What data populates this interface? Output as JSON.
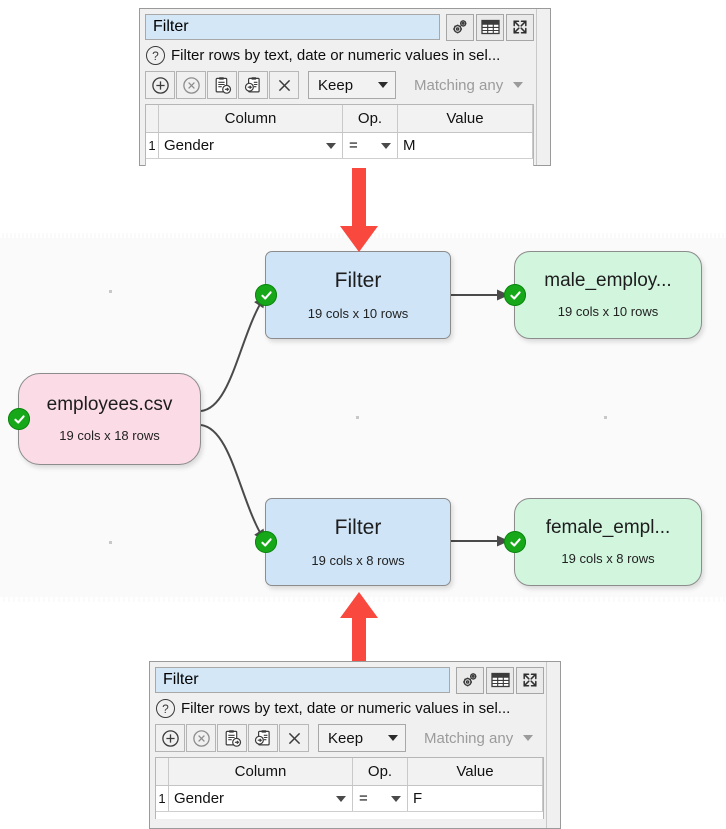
{
  "panels": [
    {
      "id": "top",
      "title": "Filter",
      "description": "Filter rows by text, date or numeric values in sel...",
      "help_icon": "question-mark-icon",
      "header_icons": [
        "settings-gears-icon",
        "table-grid-icon",
        "expand-arrows-icon"
      ],
      "toolbar_icons": [
        "add-circle-icon",
        "remove-circle-icon",
        "copy-to-clipboard-icon",
        "paste-from-clipboard-icon",
        "clear-all-icon"
      ],
      "mode_dropdown": {
        "value": "Keep",
        "enabled": true
      },
      "match_dropdown": {
        "value": "Matching any",
        "enabled": false
      },
      "table": {
        "headers": [
          "",
          "Column",
          "Op.",
          "Value"
        ],
        "rows": [
          {
            "num": "1",
            "column": "Gender",
            "op": "=",
            "value": "M"
          }
        ]
      }
    },
    {
      "id": "bottom",
      "title": "Filter",
      "description": "Filter rows by text, date or numeric values in sel...",
      "help_icon": "question-mark-icon",
      "header_icons": [
        "settings-gears-icon",
        "table-grid-icon",
        "expand-arrows-icon"
      ],
      "toolbar_icons": [
        "add-circle-icon",
        "remove-circle-icon",
        "copy-to-clipboard-icon",
        "paste-from-clipboard-icon",
        "clear-all-icon"
      ],
      "mode_dropdown": {
        "value": "Keep",
        "enabled": true
      },
      "match_dropdown": {
        "value": "Matching any",
        "enabled": false
      },
      "table": {
        "headers": [
          "",
          "Column",
          "Op.",
          "Value"
        ],
        "rows": [
          {
            "num": "1",
            "column": "Gender",
            "op": "=",
            "value": "F"
          }
        ]
      }
    }
  ],
  "canvas": {
    "nodes": [
      {
        "id": "source",
        "title": "employees.csv",
        "subtitle": "19 cols x 18 rows",
        "kind": "source",
        "status": "ok"
      },
      {
        "id": "filter-male",
        "title": "Filter",
        "subtitle": "19 cols x 10 rows",
        "kind": "filter",
        "status": "ok"
      },
      {
        "id": "filter-female",
        "title": "Filter",
        "subtitle": "19 cols x 8 rows",
        "kind": "filter",
        "status": "ok"
      },
      {
        "id": "out-male",
        "title": "male_employ...",
        "subtitle": "19 cols x 10 rows",
        "kind": "output",
        "status": "ok"
      },
      {
        "id": "out-female",
        "title": "female_empl...",
        "subtitle": "19 cols x 8 rows",
        "kind": "output",
        "status": "ok"
      }
    ],
    "colors": {
      "filter_node": "#cfe4f7",
      "source_node": "#fadbe6",
      "output_node": "#d2f5de",
      "status_ok": "#17a81a",
      "callout_arrow": "#f9483e",
      "background": "#fafafa"
    }
  },
  "annotations": [
    {
      "id": "arrow-to-top-filter",
      "icon": "down-arrow-icon",
      "color": "#f9483e"
    },
    {
      "id": "arrow-to-bottom-filter",
      "icon": "up-arrow-icon",
      "color": "#f9483e"
    }
  ]
}
